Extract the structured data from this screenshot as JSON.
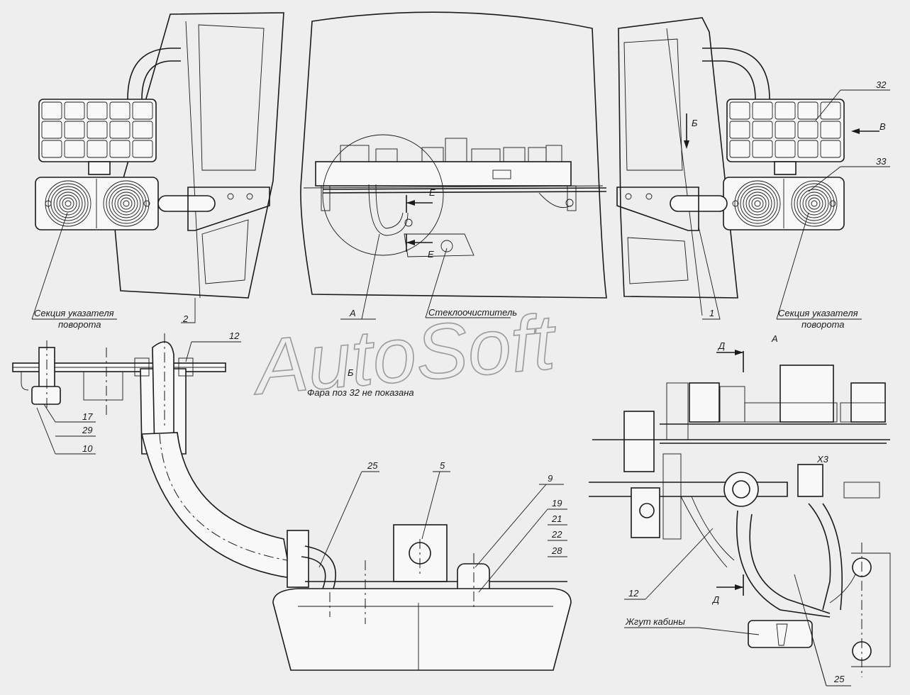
{
  "watermark": "AutoSoft",
  "labels": {
    "turn_signal_left": "Секция указателя",
    "turn_signal_left_2": "поворота",
    "turn_signal_right": "Секция указателя",
    "turn_signal_right_2": "поворота",
    "wiper": "Стеклоочиститель",
    "headlight_note": "Фара поз 32 не показана",
    "cab_harness": "Жгут кабины"
  },
  "view_letters": {
    "a_main": "А",
    "a_detail": "А",
    "b_view": "Б",
    "b_arrow": "Б",
    "v_arrow": "В",
    "e_section_1": "Е",
    "e_section_2": "Е",
    "d_section_1": "Д",
    "d_section_2": "Д",
    "x3": "Х3"
  },
  "callouts": {
    "c1": "1",
    "c2": "2",
    "c32": "32",
    "c33": "33",
    "c12_top": "12",
    "c17": "17",
    "c29": "29",
    "c10": "10",
    "c25_mid": "25",
    "c5": "5",
    "c9": "9",
    "c19": "19",
    "c21": "21",
    "c22": "22",
    "c28": "28",
    "c12_bottom": "12",
    "c25_bottom": "25"
  }
}
